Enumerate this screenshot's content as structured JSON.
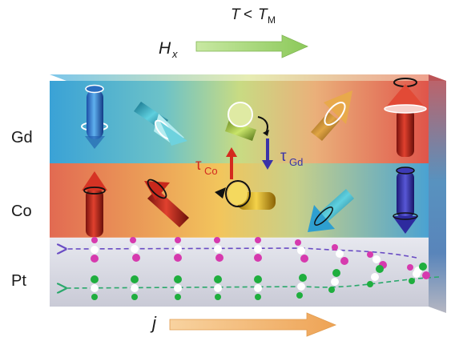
{
  "top_condition": {
    "T": "T",
    "op": "<",
    "TM": "T",
    "TM_sub": "M"
  },
  "field": {
    "label": "H",
    "sub": "x",
    "color": "#9fd36a"
  },
  "current": {
    "label": "j",
    "color": "#f2b56b"
  },
  "layers": [
    {
      "name": "Gd"
    },
    {
      "name": "Co"
    },
    {
      "name": "Pt"
    }
  ],
  "torques": [
    {
      "symbol": "τ",
      "sub": "Co",
      "color": "#d42a1e"
    },
    {
      "symbol": "τ",
      "sub": "Gd",
      "color": "#3a33a8"
    }
  ],
  "colors": {
    "gd_left": "#3aa2d6",
    "gd_mid": "#c8db83",
    "gd_right": "#e0554a",
    "co_left": "#e26a52",
    "co_mid": "#f2c55c",
    "co_right": "#4aa2d2",
    "pt": "#d9dae3",
    "spin_up": "#1fae3e",
    "spin_down": "#d63aae",
    "dash_top": "#6a4cc4",
    "dash_bottom": "#2aa86b"
  },
  "icons": [
    "magnetization-arrow-icon",
    "spin-electron-icon",
    "rotation-arrow-icon"
  ]
}
